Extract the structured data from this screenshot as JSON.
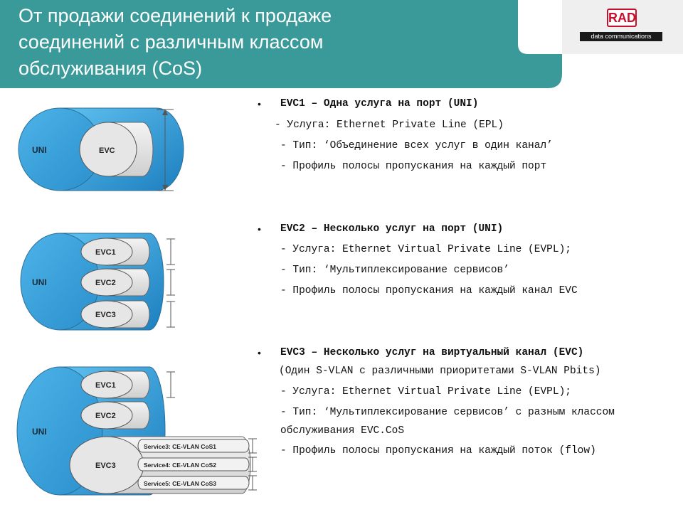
{
  "slide": {
    "title_lines": [
      "От продажи соединений к продаже",
      "соединений с различным классом",
      "обслуживания (CoS)"
    ],
    "logo": {
      "name": "RAD",
      "tagline": "data communications"
    },
    "colors": {
      "header_teal": "#3a9a9a",
      "header_light": "#8cbdbd",
      "uni_blue": "#3aa5dd",
      "evc_gray": "#e2e2e2",
      "logo_red": "#c8102e"
    }
  },
  "diagrams": {
    "uni_label": "UNI",
    "evc": "EVC",
    "evc1": "EVC1",
    "evc2": "EVC2",
    "evc3": "EVC3",
    "services": [
      "Service3: CE-VLAN CoS1",
      "Service4: CE-VLAN CoS2",
      "Service5: CE-VLAN CoS3"
    ]
  },
  "bullets": [
    {
      "head": "EVC1 – Одна услуга на порт (UNI)",
      "lines": [
        "- Услуга: Ethernet Private Line (EPL)",
        "- Тип: ‘Объединение всех услуг в один канал’",
        "- Профиль полосы пропускания на каждый порт"
      ]
    },
    {
      "head": "EVC2 – Несколько услуг на порт (UNI)",
      "lines": [
        "- Услуга: Ethernet Virtual Private Line (EVPL);",
        "- Тип: ‘Мультиплексирование сервисов’",
        "- Профиль полосы пропускания на каждый канал EVC"
      ]
    },
    {
      "head": "EVC3 – Несколько услуг на виртуальный канал (EVC)",
      "sub": "(Один S-VLAN с различными приоритетами S-VLAN Pbits)",
      "lines": [
        "- Услуга: Ethernet Virtual Private Line (EVPL);",
        "- Тип: ‘Мультиплексирование сервисов’ с разным классом",
        "обслуживания EVC.CoS",
        "- Профиль полосы пропускания на каждый поток (flow)"
      ]
    }
  ]
}
